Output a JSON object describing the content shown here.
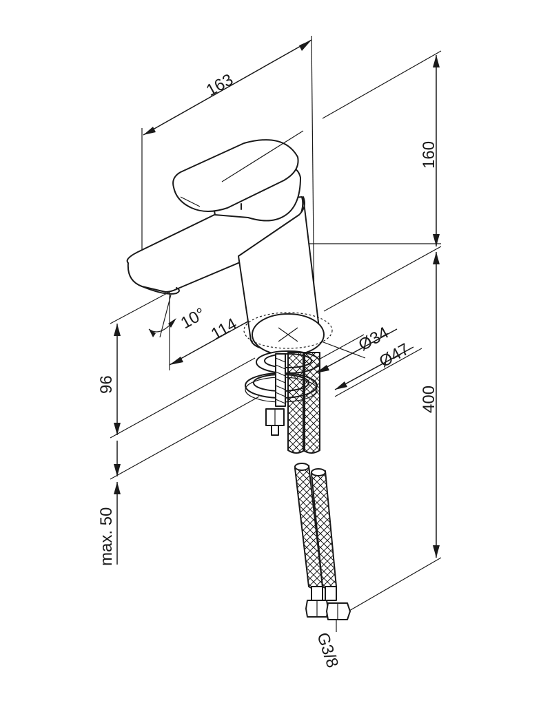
{
  "dimensions": {
    "width_163": "163",
    "height_160": "160",
    "spout_114": "114",
    "angle_10": "10°",
    "deck_96": "96",
    "hole_34": "Ø34",
    "base_47": "Ø47",
    "hose_400": "400",
    "max_50": "max. 50",
    "thread": "G3/8"
  }
}
